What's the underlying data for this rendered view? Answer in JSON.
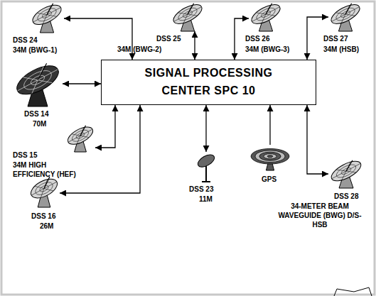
{
  "diagram": {
    "nodes": [
      {
        "text": [
          "DSS 24",
          "34M (BWG-1)"
        ]
      },
      {
        "text": [
          "DSS 25",
          "34M (BWG-2)"
        ]
      },
      {
        "text": [
          "DSS 26",
          "34M (BWG-3)"
        ]
      },
      {
        "text": [
          "DSS 27",
          "34M (HSB)"
        ]
      },
      {
        "text": [
          "DSS 14",
          "70M"
        ]
      },
      {
        "text": [
          "SIGNAL PROCESSING CENTER SPC 10"
        ]
      },
      {
        "text": [
          "DSS 15",
          "34M HIGH EFFICIENCY (HEF)"
        ]
      },
      {
        "text": [
          "DSS 23",
          "11M"
        ]
      },
      {
        "text": [
          "GPS"
        ]
      },
      {
        "text": [
          "DSS 28",
          "34-METER BEAM WAVEGUIDE (BWG) D/S-HSB"
        ]
      },
      {
        "text": [
          "DSS 16",
          "26M"
        ]
      }
    ],
    "edges": [
      {
        "from": 0,
        "to": 5,
        "arrow": "both"
      },
      {
        "from": 1,
        "to": 5,
        "arrow": "both"
      },
      {
        "from": 2,
        "to": 5,
        "arrow": "both"
      },
      {
        "from": 3,
        "to": 5,
        "arrow": "both"
      },
      {
        "from": 4,
        "to": 5,
        "arrow": "both"
      },
      {
        "from": 6,
        "to": 5,
        "arrow": "both"
      },
      {
        "from": 7,
        "to": 5,
        "arrow": "both"
      },
      {
        "from": 8,
        "to": 5,
        "arrow": "to"
      },
      {
        "from": 9,
        "to": 5,
        "arrow": "both"
      },
      {
        "from": 10,
        "to": 5,
        "arrow": "both"
      }
    ]
  }
}
